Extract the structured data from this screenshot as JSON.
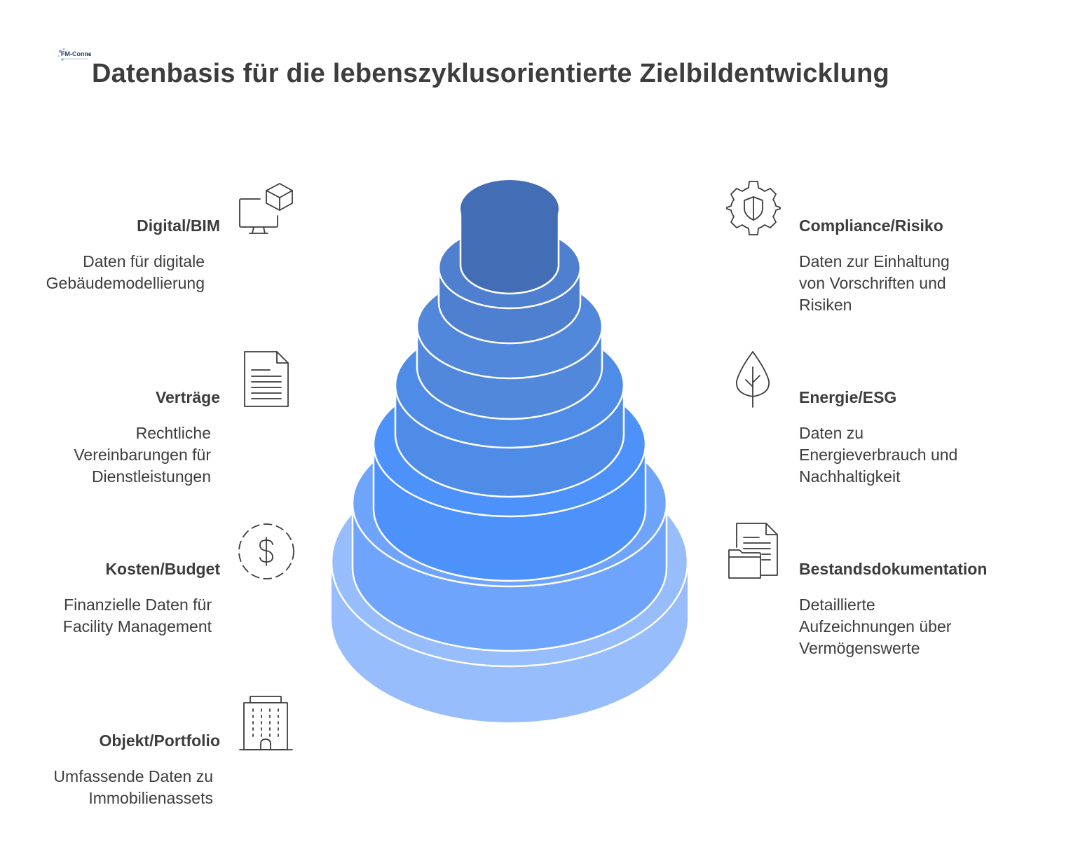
{
  "title": "Datenbasis für die lebenszyklusorientierte Zielbildentwicklung",
  "logo": {
    "text": "FM-Connect.com"
  },
  "colors": {
    "layers_top_to_bottom": [
      "#436db5",
      "#4f80cf",
      "#5288dc",
      "#4f8ce8",
      "#4d91fa",
      "#6ea4fb",
      "#97bdfc"
    ]
  },
  "items": [
    {
      "id": "digital-bim",
      "title": "Digital/BIM",
      "description": "Daten für digitale Gebäudemodellierung",
      "lines": [
        "Daten für digitale",
        "Gebäudemodellierung"
      ],
      "icon": "computer-cube-icon"
    },
    {
      "id": "vertraege",
      "title": "Verträge",
      "description": "Rechtliche Vereinbarungen für Dienstleistungen",
      "lines": [
        "Rechtliche",
        "Vereinbarungen für",
        "Dienstleistungen"
      ],
      "icon": "document-icon"
    },
    {
      "id": "kosten-budget",
      "title": "Kosten/Budget",
      "description": "Finanzielle Daten für Facility Management",
      "lines": [
        "Finanzielle Daten für",
        "Facility Management"
      ],
      "icon": "dollar-icon"
    },
    {
      "id": "objekt-portfolio",
      "title": "Objekt/Portfolio",
      "description": "Umfassende Daten zu Immobilienassets",
      "lines": [
        "Umfassende Daten zu",
        "Immobilienassets"
      ],
      "icon": "building-icon"
    },
    {
      "id": "compliance-risiko",
      "title": "Compliance/Risiko",
      "description": "Daten zur Einhaltung von Vorschriften und Risiken",
      "lines": [
        "Daten zur Einhaltung",
        "von Vorschriften und",
        "Risiken"
      ],
      "icon": "gear-shield-icon"
    },
    {
      "id": "energie-esg",
      "title": "Energie/ESG",
      "description": "Daten zu Energieverbrauch und Nachhaltigkeit",
      "lines": [
        "Daten zu",
        "Energieverbrauch und",
        "Nachhaltigkeit"
      ],
      "icon": "leaf-drop-icon"
    },
    {
      "id": "bestandsdokumentation",
      "title": "Bestandsdokumentation",
      "description": "Detaillierte Aufzeichnungen über Vermögenswerte",
      "lines": [
        "Detaillierte",
        "Aufzeichnungen über",
        "Vermögenswerte"
      ],
      "icon": "folder-document-icon"
    }
  ]
}
